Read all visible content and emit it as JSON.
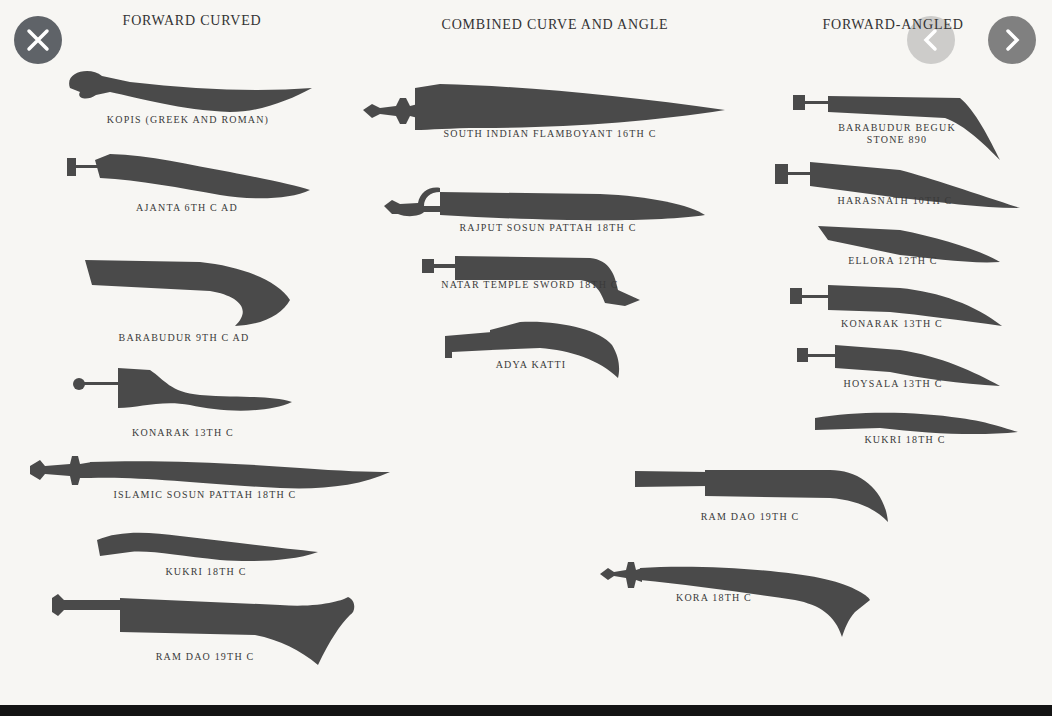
{
  "diagram": {
    "labels": [
      "FORWARD CURVED",
      "COMBINED CURVE AND ANGLE",
      "FORWARD-ANGLED",
      "KOPIS (GREEK AND ROMAN)",
      "AJANTA 6TH C AD",
      "BARABUDUR 9TH C AD",
      "KONARAK 13TH C",
      "ISLAMIC SOSUN PATTAH 18TH C",
      "KUKRI 18TH C",
      "RAM DAO 19TH C",
      "SOUTH INDIAN FLAMBOYANT 16TH C",
      "RAJPUT SOSUN PATTAH 18TH C",
      "NATAR TEMPLE SWORD 18TH C",
      "ADYA KATTI",
      "RAM DAO 19TH C",
      "KORA 18TH C",
      "BARABUDUR BEGUK STONE 890",
      "HARASNATH 10TH C",
      "ELLORA 12TH C",
      "KONARAK 13TH C",
      "HOYSALA 13TH C",
      "KUKRI 18TH C"
    ]
  }
}
